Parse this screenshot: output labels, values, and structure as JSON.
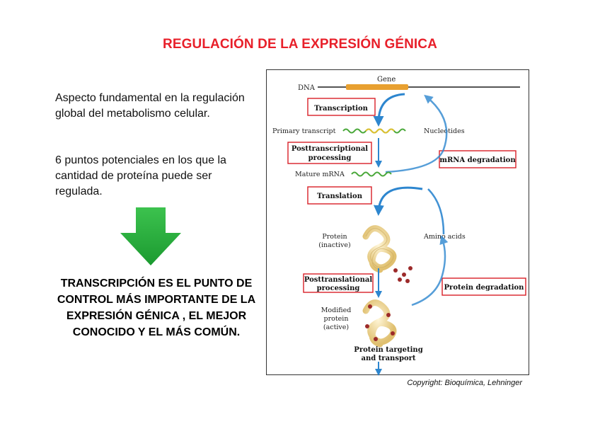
{
  "header": {
    "title": "REGULACIÓN DE LA EXPRESIÓN GÉNICA"
  },
  "left": {
    "paragraph1": "Aspecto fundamental en la regulación global del metabolismo celular.",
    "paragraph2": "6 puntos potenciales en los que la cantidad de proteína puede ser regulada.",
    "conclusion": "TRANSCRIPCIÓN ES EL PUNTO DE CONTROL MÁS IMPORTANTE DE LA EXPRESIÓN GÉNICA , EL MEJOR CONOCIDO Y EL MÁS COMÚN."
  },
  "figure": {
    "gene": "Gene",
    "dna": "DNA",
    "transcription": "Transcription",
    "primary_transcript": "Primary transcript",
    "nucleotides": "Nucleotides",
    "posttranscriptional_1": "Posttranscriptional",
    "posttranscriptional_2": "processing",
    "mrna_degradation": "mRNA degradation",
    "mature_mrna": "Mature mRNA",
    "translation": "Translation",
    "protein_inactive_1": "Protein",
    "protein_inactive_2": "(inactive)",
    "amino_acids": "Amino acids",
    "posttranslational_1": "Posttranslational",
    "posttranslational_2": "processing",
    "protein_degradation": "Protein degradation",
    "modified_1": "Modified",
    "modified_2": "protein",
    "modified_3": "(active)",
    "targeting_1": "Protein targeting",
    "targeting_2": "and transport"
  },
  "colors": {
    "title": "#e8202a",
    "box_border": "#d92027",
    "arrow_blue": "#2d86cf",
    "gene_orange": "#e8a030",
    "green_arrow": "#22a33a"
  },
  "copyright": "Copyright: Bioquímica, Lehninger"
}
